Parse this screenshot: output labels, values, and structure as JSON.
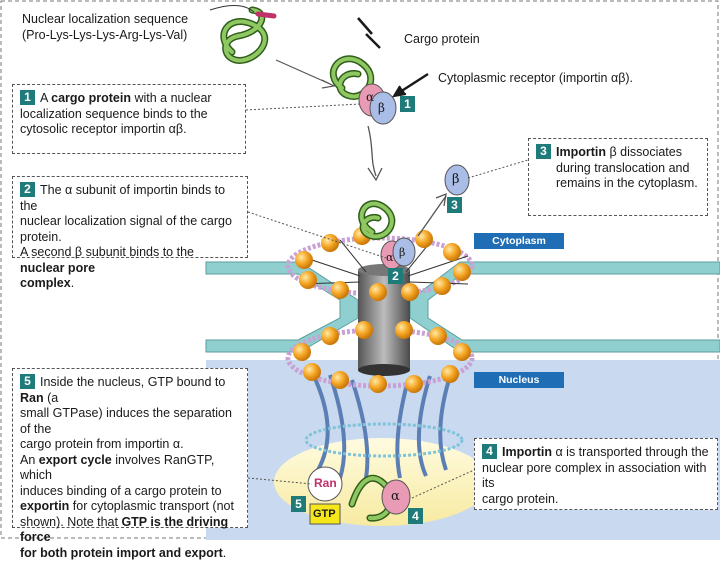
{
  "labels": {
    "nls_line1": "Nuclear localization sequence",
    "nls_line2": "(Pro-Lys-Lys-Lys-Arg-Lys-Val)",
    "cargo_protein": "Cargo protein",
    "cytoplasmic_receptor": "Cytoplasmic receptor (importin αβ).",
    "cytoplasm": "Cytoplasm",
    "nucleus": "Nucleus"
  },
  "molecules": {
    "alpha": "α",
    "beta": "β",
    "ran": "Ran",
    "gtp": "GTP"
  },
  "badges": [
    "1",
    "2",
    "3",
    "4",
    "5"
  ],
  "steps": {
    "s1": {
      "num": "1",
      "t1": "A ",
      "b1": "cargo protein",
      "t2": " with a nuclear",
      "t3": "localization sequence binds to the",
      "t4": "cytosolic receptor importin αβ."
    },
    "s2": {
      "num": "2",
      "t1": "The α subunit of importin binds to the",
      "t2": "nuclear localization signal of the cargo protein.",
      "t3": "A second β subunit binds to the ",
      "b1": "nuclear pore",
      "b2": "complex",
      "t4": "."
    },
    "s3": {
      "num": "3",
      "b1": "Importin",
      "t1": " β dissociates",
      "t2": "during translocation and",
      "t3": "remains in the cytoplasm."
    },
    "s4": {
      "num": "4",
      "b1": "Importin",
      "t1": " α is transported through the",
      "t2": "nuclear pore complex in association with its",
      "t3": "cargo protein."
    },
    "s5": {
      "num": "5",
      "t1": "Inside the nucleus, GTP bound to ",
      "b1": "Ran",
      "t2": " (a",
      "t3": "small GTPase) induces the separation of the",
      "t4": "cargo protein from importin α.",
      "t5": "An ",
      "b2": "export cycle",
      "t6": " involves RanGTP, which",
      "t7": "induces binding of a cargo protein to",
      "b3": "exportin",
      "t8": " for cytoplasmic transport (not",
      "t9": "shown).  Note that ",
      "b4": "GTP is the driving force",
      "b5": "for both protein import and export",
      "t10": "."
    }
  },
  "colors": {
    "teal_badge": "#1f7a7a",
    "blue_pill": "#1e6db5",
    "pore_teal": "#8fcfcf",
    "nucleus_blue": "#c9d9ef",
    "pore_bead": "#f5a623",
    "cargo_green": "#8fc862",
    "alpha_pink": "#e99ab4",
    "beta_blue": "#a9bde6",
    "gtp_yellow": "#f5e71a"
  }
}
